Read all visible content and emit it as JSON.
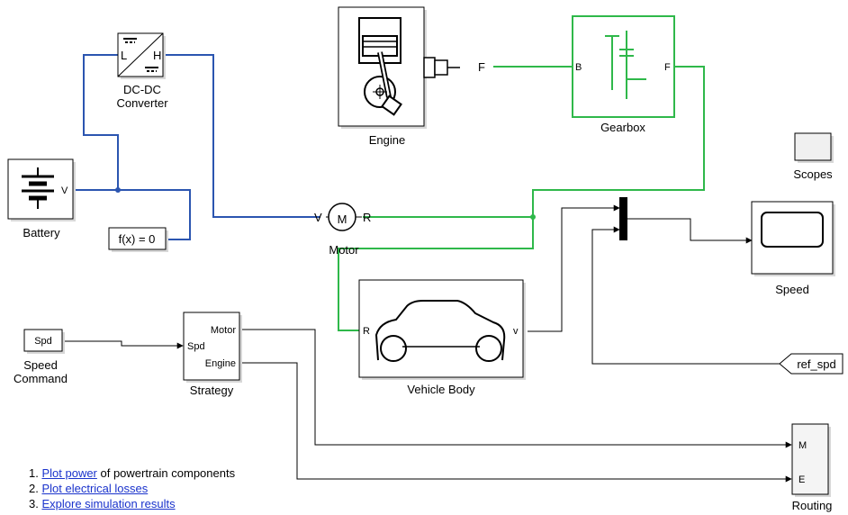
{
  "blocks": {
    "dcdc": {
      "label_line1": "DC-DC",
      "label_line2": "Converter",
      "port_low": "L",
      "port_high": "H"
    },
    "engine": {
      "label": "Engine",
      "port": "F"
    },
    "gearbox": {
      "label": "Gearbox",
      "port_in": "B",
      "port_out": "F"
    },
    "battery": {
      "label": "Battery",
      "port": "V"
    },
    "solver": {
      "text": "f(x) = 0"
    },
    "motor": {
      "label": "Motor",
      "symbol": "M",
      "port_left": "V",
      "port_right": "R"
    },
    "scopes": {
      "label": "Scopes"
    },
    "speed_scope": {
      "label": "Speed"
    },
    "speed_command": {
      "label_line1": "Speed",
      "label_line2": "Command",
      "text": "Spd"
    },
    "strategy": {
      "label": "Strategy",
      "in_spd": "Spd",
      "out_motor": "Motor",
      "out_engine": "Engine"
    },
    "vehicle_body": {
      "label": "Vehicle Body",
      "port_in": "R",
      "port_out": "v"
    },
    "ref_spd": {
      "text": "ref_spd"
    },
    "routing": {
      "label": "Routing",
      "port_m": "M",
      "port_e": "E"
    }
  },
  "links": [
    {
      "num": "1.",
      "link": "Plot power",
      "rest": " of powertrain components"
    },
    {
      "num": "2.",
      "link": "Plot electrical losses",
      "rest": ""
    },
    {
      "num": "3.",
      "link": "Explore simulation results",
      "rest": ""
    }
  ],
  "colors": {
    "electrical": "#2b55b0",
    "mechanical": "#2fb84a",
    "signal": "#000000",
    "link": "#1a33cc"
  }
}
